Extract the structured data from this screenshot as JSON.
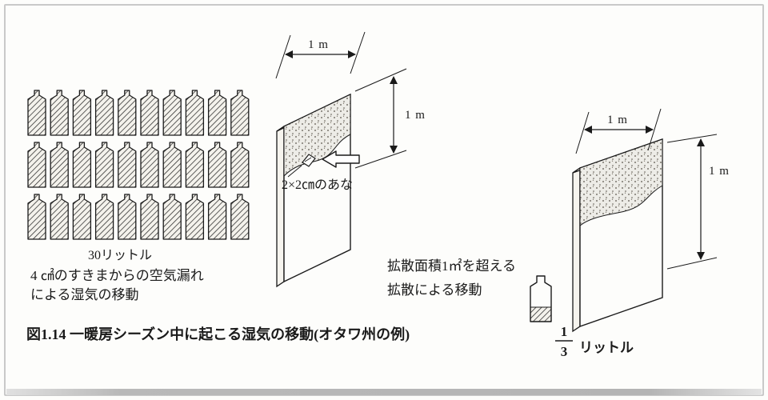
{
  "figure": {
    "caption": "図1.14  一暖房シーズン中に起こる湿気の移動(オタワ州の例)"
  },
  "bottle_group": {
    "rows": 3,
    "cols": 10,
    "total_label": "30リットル",
    "note_line1": "4 ㎠のすきまからの空気漏れ",
    "note_line2": "による湿気の移動"
  },
  "leakage_wall": {
    "width_label": "1 m",
    "height_label": "1 m",
    "hole_label": "2×2㎝のあな"
  },
  "diffusion_wall": {
    "width_label": "1 m",
    "height_label": "1 m",
    "note_line1": "拡散面積1㎡を超える",
    "note_line2": "拡散による移動",
    "fraction_numerator": "1",
    "fraction_denominator": "3",
    "unit_label": "リットル"
  },
  "colors": {
    "ink": "#1a1a1a",
    "paper": "#fdfdfb",
    "frame": "#c9c9c9",
    "stipple_bg": "#edece7"
  }
}
